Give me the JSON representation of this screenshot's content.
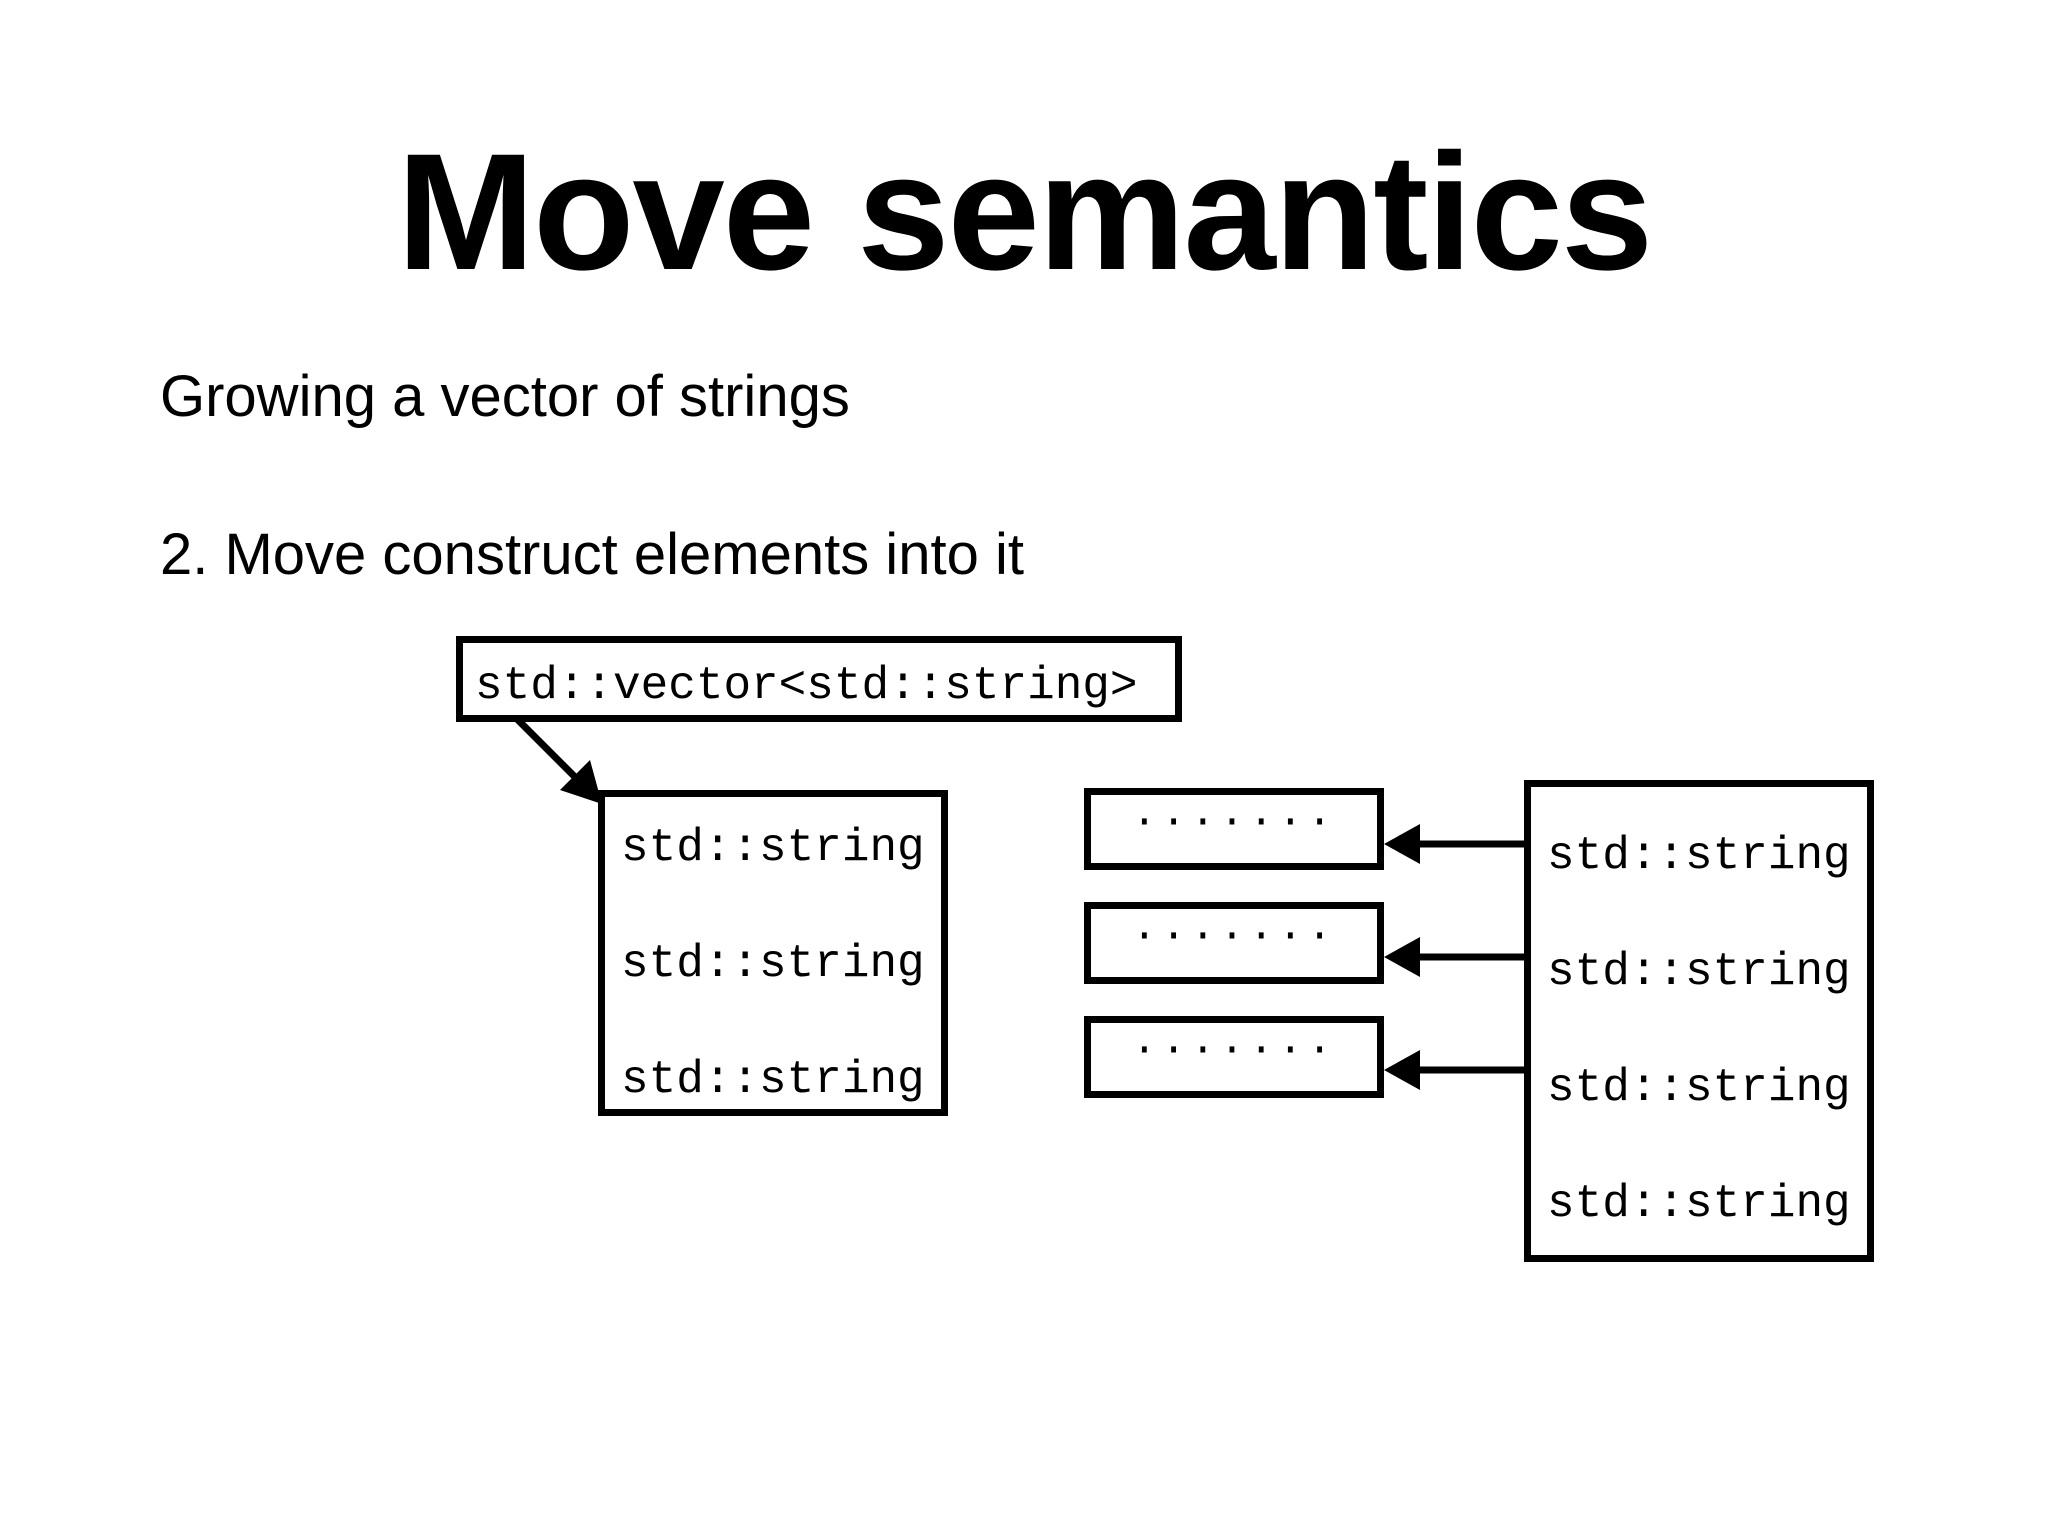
{
  "slide": {
    "title": "Move semantics",
    "subtitle_1": "Growing a vector of strings",
    "subtitle_2": "2. Move construct elements into it"
  },
  "diagram": {
    "vector_label": "std::vector<std::string>",
    "new_buffer_items": [
      "std::string",
      "std::string",
      "std::string"
    ],
    "moved_from_items": [
      "·······",
      "·······",
      "·······"
    ],
    "old_buffer_items": [
      "std::string",
      "std::string",
      "std::string",
      "std::string"
    ]
  }
}
